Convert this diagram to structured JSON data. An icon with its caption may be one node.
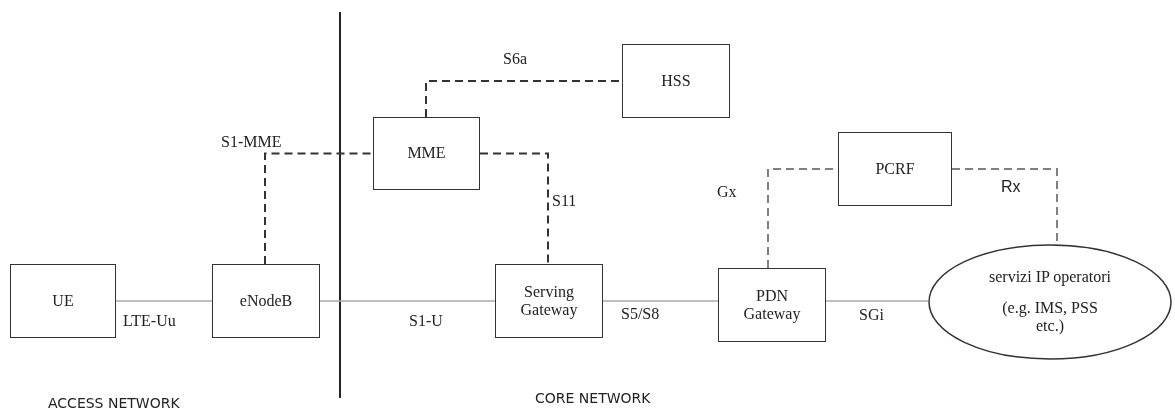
{
  "diagram": {
    "nodes": [
      {
        "text": [
          "HSS"
        ]
      },
      {
        "text": [
          "MME"
        ]
      },
      {
        "text": [
          "PCRF"
        ]
      },
      {
        "text": [
          "UE"
        ]
      },
      {
        "text": [
          "eNodeB"
        ]
      },
      {
        "text": [
          "Serving Gateway"
        ]
      },
      {
        "text": [
          "PDN Gateway"
        ]
      },
      {
        "text": [
          "servizi IP operatori",
          "(e.g. IMS, PSS etc.)"
        ]
      }
    ],
    "edges": [
      {
        "from": 3,
        "to": 4,
        "arrow": "none",
        "label": "LTE-Uu"
      },
      {
        "from": 4,
        "to": 5,
        "arrow": "none",
        "label": "S1-U"
      },
      {
        "from": 5,
        "to": 6,
        "arrow": "none",
        "label": "S5/S8"
      },
      {
        "from": 6,
        "to": 7,
        "arrow": "none",
        "label": "SGi"
      },
      {
        "from": 4,
        "to": 1,
        "arrow": "none",
        "label": "S1-MME",
        "style": "dashed",
        "color": "#333333"
      },
      {
        "from": 1,
        "to": 0,
        "arrow": "none",
        "label": "S6a",
        "style": "dashed",
        "color": "#333333"
      },
      {
        "from": 1,
        "to": 5,
        "arrow": "none",
        "label": "S11",
        "style": "dashed",
        "color": "#333333"
      },
      {
        "from": 6,
        "to": 2,
        "arrow": "none",
        "label": "Gx",
        "style": "dashed",
        "color": "#808080"
      },
      {
        "from": 2,
        "to": 7,
        "arrow": "none",
        "label": "Rx",
        "style": "dashed",
        "color": "#808080"
      }
    ],
    "labels": [
      "ACCESS NETWORK",
      "CORE NETWORK"
    ]
  }
}
